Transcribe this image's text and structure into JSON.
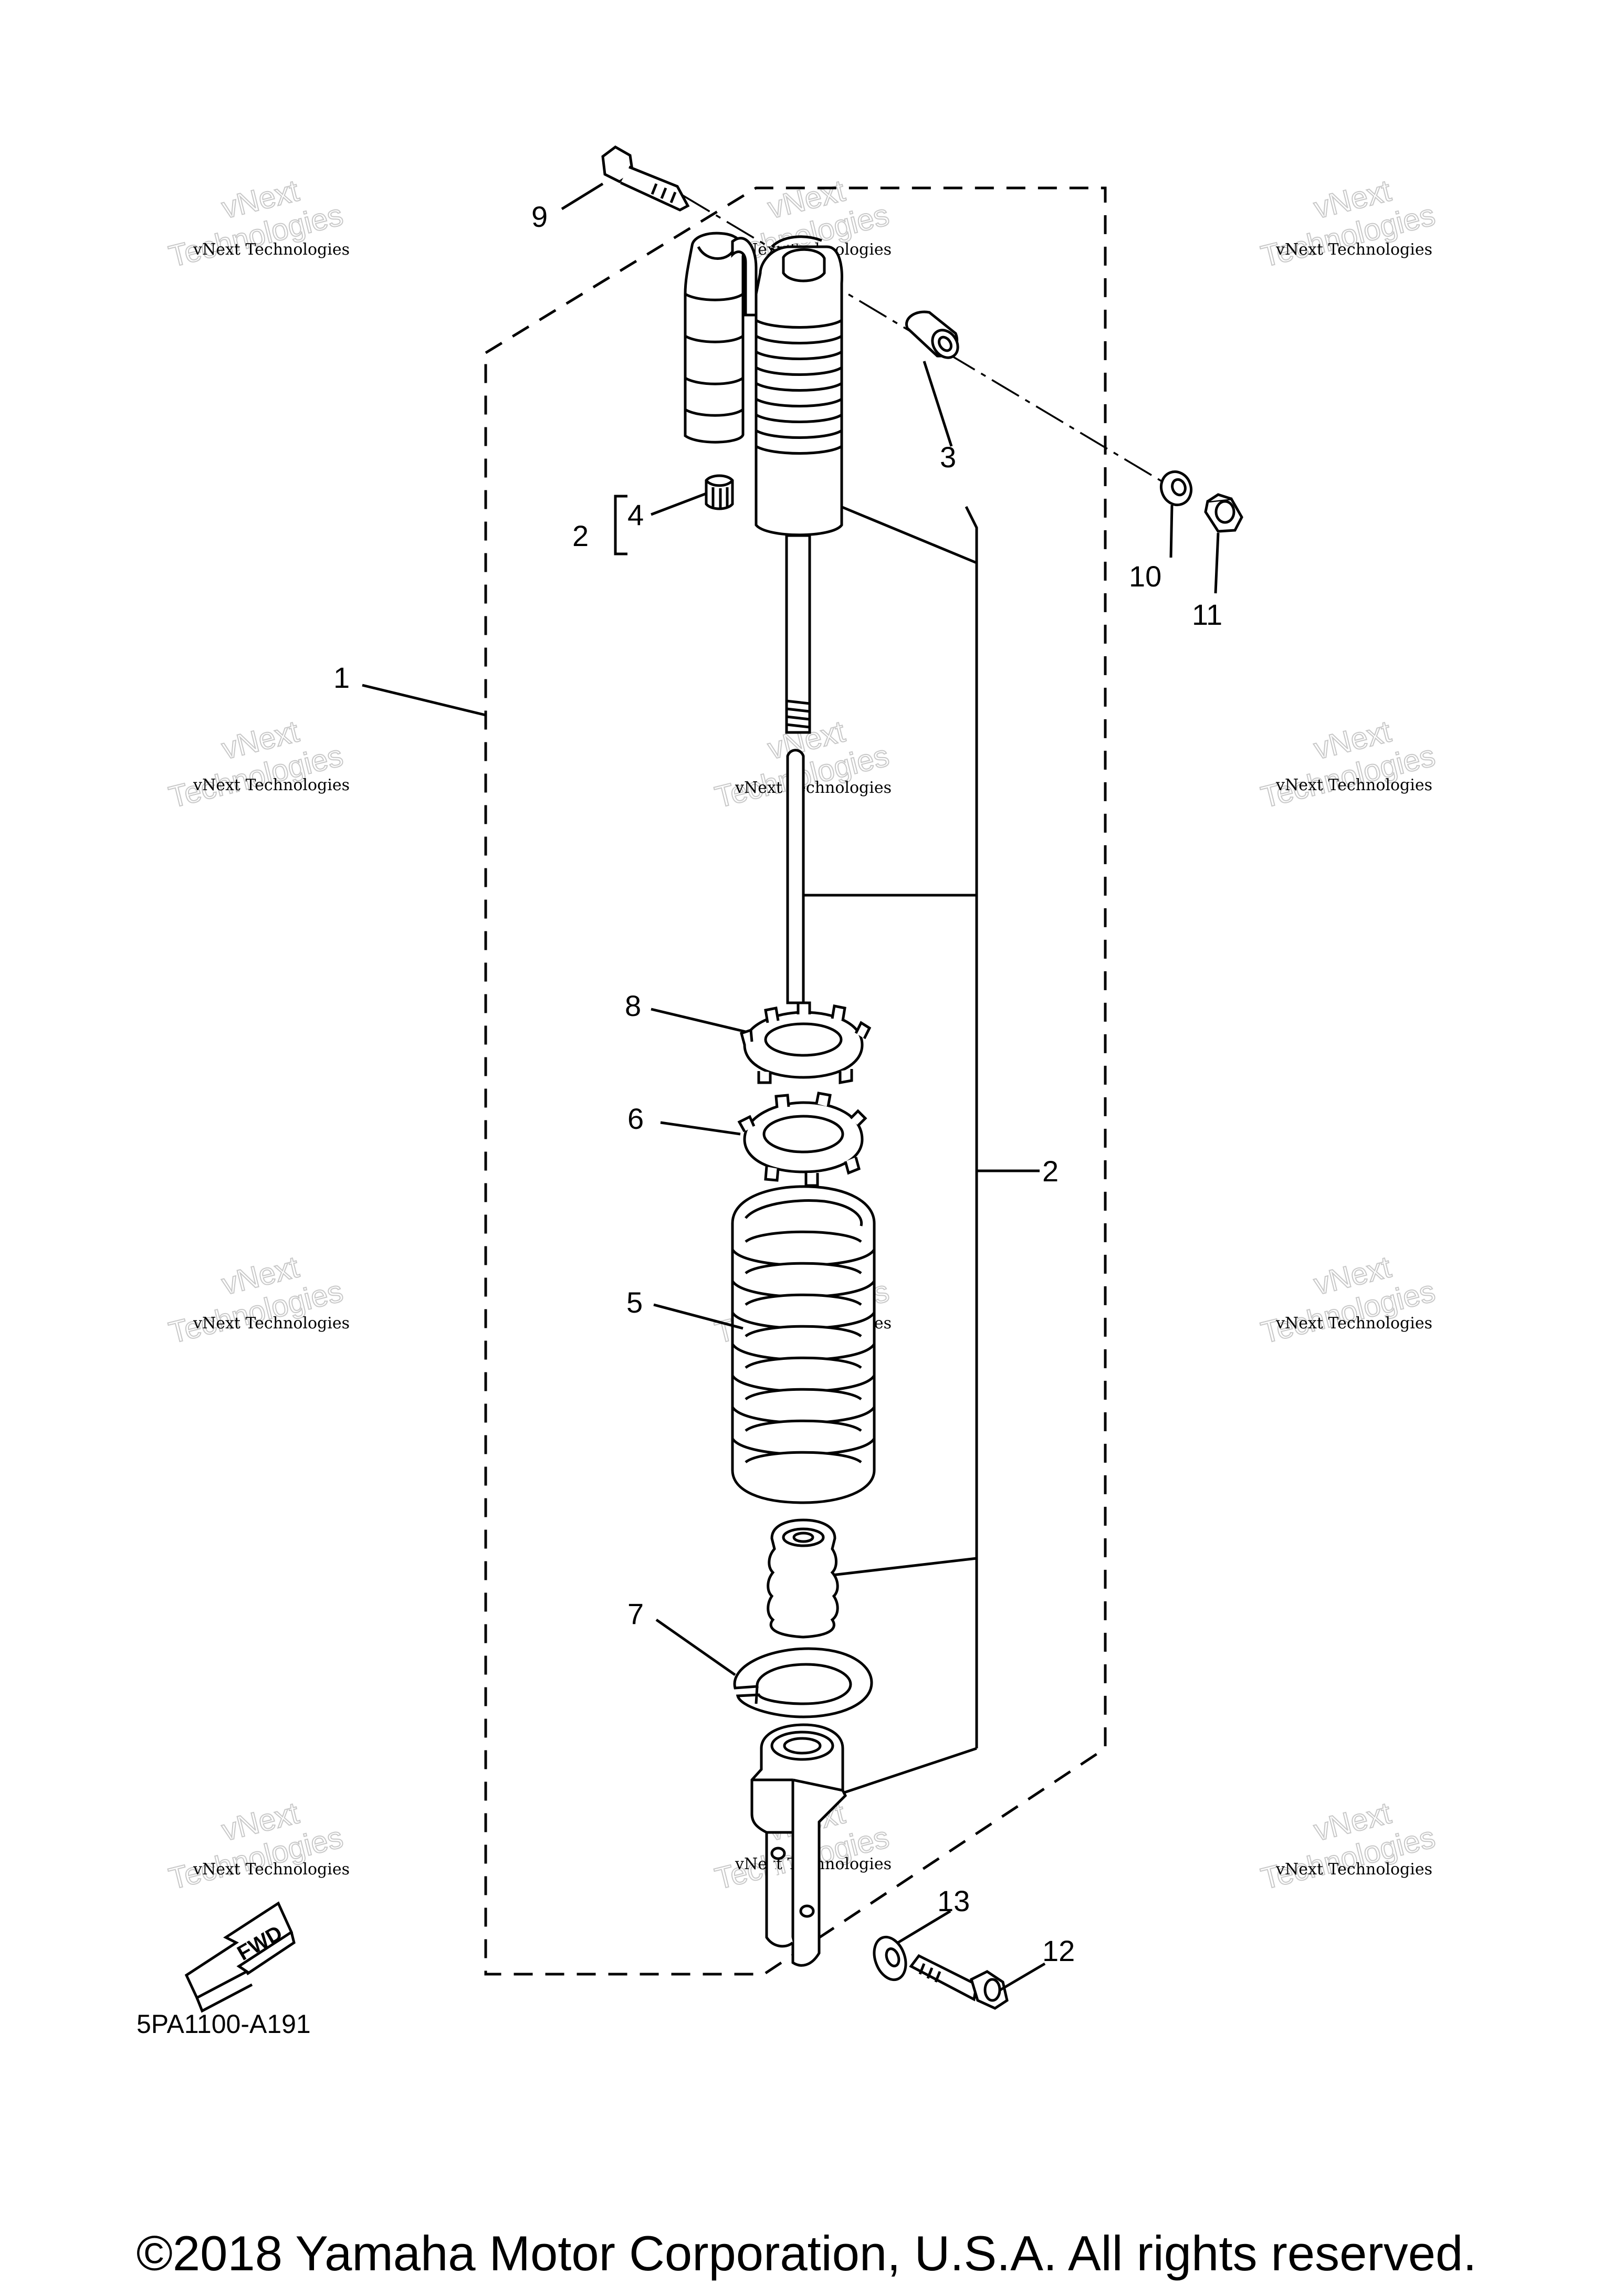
{
  "diagram": {
    "callouts": [
      {
        "id": "c1",
        "text": "1"
      },
      {
        "id": "c2a",
        "text": "2"
      },
      {
        "id": "c2b",
        "text": "2"
      },
      {
        "id": "c3",
        "text": "3"
      },
      {
        "id": "c4",
        "text": "4"
      },
      {
        "id": "c5",
        "text": "5"
      },
      {
        "id": "c6",
        "text": "6"
      },
      {
        "id": "c7",
        "text": "7"
      },
      {
        "id": "c8",
        "text": "8"
      },
      {
        "id": "c9",
        "text": "9"
      },
      {
        "id": "c10",
        "text": "10"
      },
      {
        "id": "c11",
        "text": "11"
      },
      {
        "id": "c12",
        "text": "12"
      },
      {
        "id": "c13",
        "text": "13"
      }
    ],
    "diagram_code": "5PA1100-A191",
    "fwd_label": "FWD",
    "watermark_small": "vNext Technologies",
    "watermark_big_line1": "vNext",
    "watermark_big_line2": "Technologies"
  },
  "footer": {
    "copyright": "©2018 Yamaha Motor Corporation, U.S.A. All rights reserved."
  }
}
